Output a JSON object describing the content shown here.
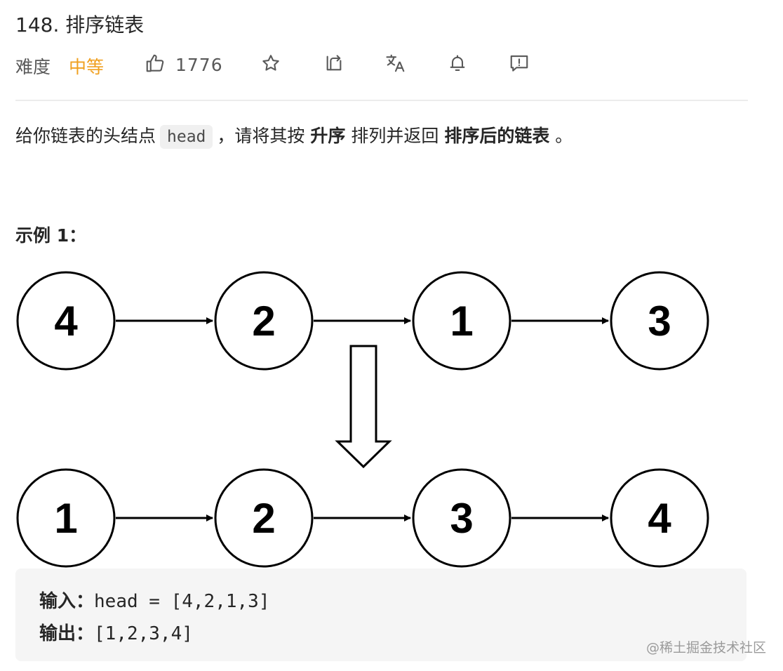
{
  "problem": {
    "title": "148. 排序链表",
    "difficulty_label": "难度",
    "difficulty_value": "中等",
    "like_count": "1776"
  },
  "toolbar_icons": [
    "thumb-up-icon",
    "star-icon",
    "share-icon",
    "translate-icon",
    "bell-icon",
    "feedback-icon"
  ],
  "description": {
    "part1": "给你链表的头结点",
    "code": "head",
    "part2": "，请将其按",
    "bold1": "升序",
    "part3": "排列并返回",
    "bold2": "排序后的链表",
    "part4": "。"
  },
  "example": {
    "title": "示例 1：",
    "diagram": {
      "before_nodes": [
        "4",
        "2",
        "1",
        "3"
      ],
      "after_nodes": [
        "1",
        "2",
        "3",
        "4"
      ]
    },
    "input_label": "输入：",
    "input_value": "head = [4,2,1,3]",
    "output_label": "输出：",
    "output_value": "[1,2,3,4]"
  },
  "watermark": "@稀土掘金技术社区",
  "colors": {
    "difficulty_medium": "#f0a020",
    "text": "#262626",
    "muted": "#595959",
    "example_bg": "#f5f5f5"
  }
}
